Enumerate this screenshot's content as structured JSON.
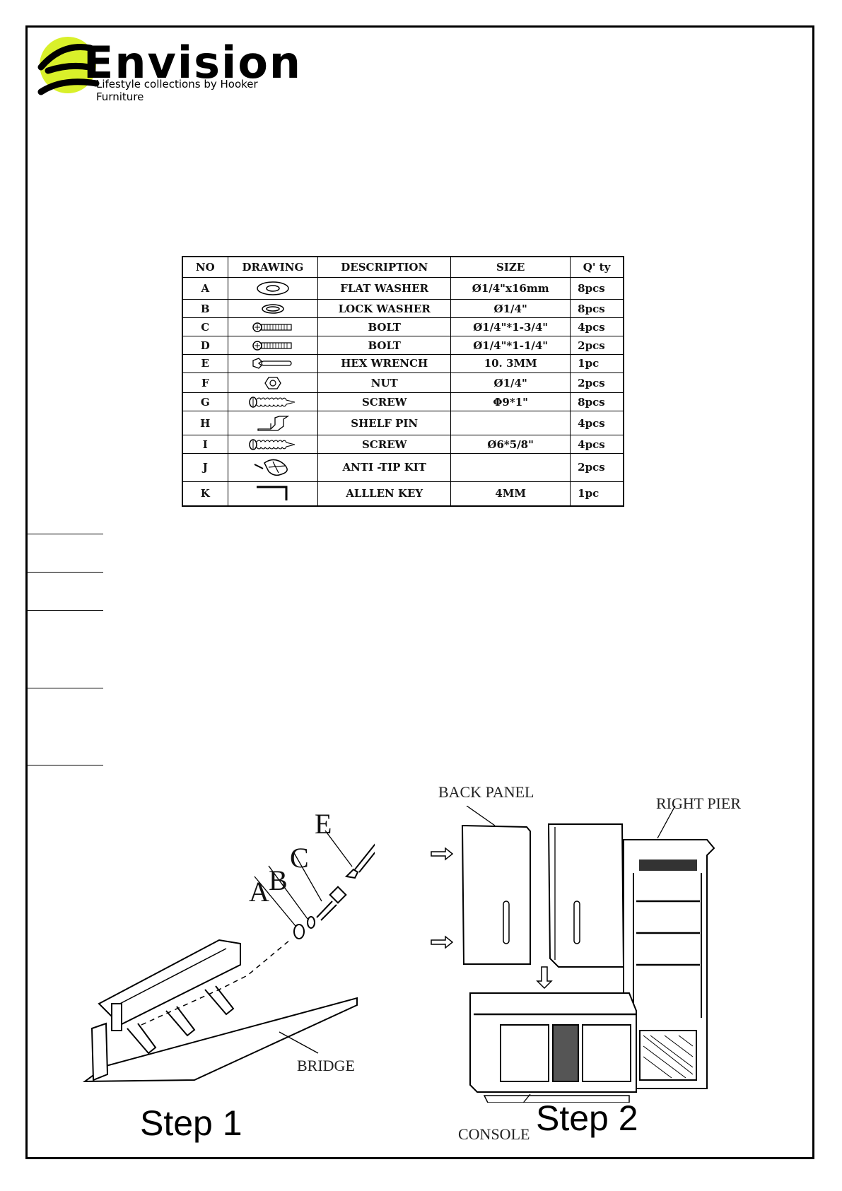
{
  "brand": {
    "name": "Envision",
    "tagline": "Lifestyle collections by Hooker Furniture",
    "accent_color": "#d9f02a"
  },
  "parts_table": {
    "headers": [
      "NO",
      "DRAWING",
      "DESCRIPTION",
      "SIZE",
      "Q' ty"
    ],
    "rows": [
      {
        "no": "A",
        "drawing": "flat-washer-icon",
        "description": "FLAT  WASHER",
        "size": "Ø1/4\"x16mm",
        "qty": "8pcs"
      },
      {
        "no": "B",
        "drawing": "lock-washer-icon",
        "description": "LOCK  WASHER",
        "size": "Ø1/4\"",
        "qty": "8pcs"
      },
      {
        "no": "C",
        "drawing": "bolt-icon",
        "description": "BOLT",
        "size": "Ø1/4\"*1-3/4\"",
        "qty": "4pcs"
      },
      {
        "no": "D",
        "drawing": "bolt-icon",
        "description": "BOLT",
        "size": "Ø1/4\"*1-1/4\"",
        "qty": "2pcs"
      },
      {
        "no": "E",
        "drawing": "hex-wrench-icon",
        "description": "HEX  WRENCH",
        "size": "10. 3MM",
        "qty": "1pc"
      },
      {
        "no": "F",
        "drawing": "nut-icon",
        "description": "NUT",
        "size": "Ø1/4\"",
        "qty": "2pcs"
      },
      {
        "no": "G",
        "drawing": "screw-icon",
        "description": "SCREW",
        "size": "Φ9*1\"",
        "qty": "8pcs"
      },
      {
        "no": "H",
        "drawing": "shelf-pin-icon",
        "description": "SHELF  PIN",
        "size": "",
        "qty": "4pcs"
      },
      {
        "no": "I",
        "drawing": "screw-icon",
        "description": "SCREW",
        "size": "Ø6*5/8\"",
        "qty": "4pcs"
      },
      {
        "no": "J",
        "drawing": "anti-tip-kit-icon",
        "description": "ANTI  -TIP  KIT",
        "size": "",
        "qty": "2pcs"
      },
      {
        "no": "K",
        "drawing": "allen-key-icon",
        "description": "ALLLEN  KEY",
        "size": "4MM",
        "qty": "1pc"
      }
    ]
  },
  "step1": {
    "label": "Step 1",
    "callouts": {
      "bridge": "BRIDGE"
    },
    "part_letters": [
      "A",
      "B",
      "C",
      "E"
    ]
  },
  "step2": {
    "label": "Step 2",
    "callouts": {
      "back_panel": "BACK  PANEL",
      "right_pier": "RIGHT PIER",
      "console": "CONSOLE"
    }
  }
}
